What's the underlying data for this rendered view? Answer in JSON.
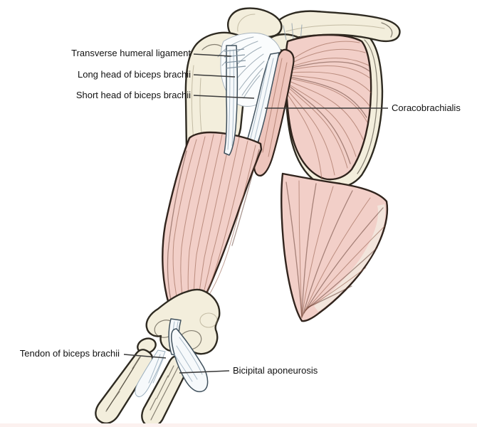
{
  "figure": {
    "background": "#ffffff",
    "labels": {
      "transverse_humeral_ligament": "Transverse humeral ligament",
      "long_head_of_biceps_brachii": "Long head of biceps brachii",
      "short_head_of_biceps_brachii": "Short head of biceps brachii",
      "coracobrachialis": "Coracobrachialis",
      "tendon_of_biceps_brachii": "Tendon of biceps brachii",
      "bicipital_aponeurosis": "Bicipital aponeurosis"
    },
    "colors": {
      "muscle_fill": "#f2cfc8",
      "muscle_fiber": "#96604f",
      "outline": "#31241d",
      "bone_fill": "#f3eedc",
      "tendon_fill": "#f6f9fb",
      "tendon_fiber": "#9cb0bf",
      "leader_line": "#3b3b3b",
      "label_text": "#111111",
      "bottom_strip": "#fcf1ef"
    }
  }
}
